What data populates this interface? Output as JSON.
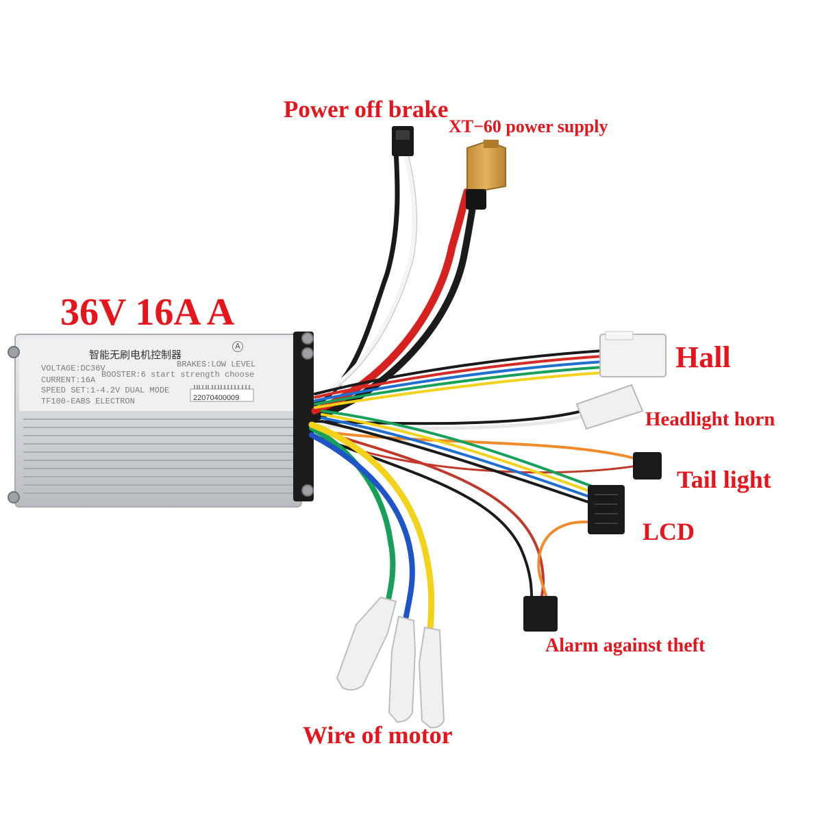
{
  "spec_title": "36V 16A A",
  "labels": {
    "power_off_brake": "Power off brake",
    "xt60": "XT−60 power supply",
    "hall": "Hall",
    "headlight_horn": "Headlight horn",
    "tail_light": "Tail light",
    "lcd": "LCD",
    "alarm": "Alarm against theft",
    "motor_wire": "Wire of motor"
  },
  "nameplate": {
    "title": "智能无刷电机控制器",
    "mark": "A",
    "voltage": "VOLTAGE:DC36V",
    "brakes": "BRAKES:LOW LEVEL",
    "current": "CURRENT:16A",
    "booster": "BOOSTER:6 start strength choose",
    "speed": "SPEED SET:1-4.2V DUAL MODE",
    "model": "TF100-EABS ELECTRON",
    "serial": "22070400009"
  },
  "colors": {
    "label_red": "#e8141b",
    "housing": "#d4d6d8",
    "connector_black": "#1a1a1a",
    "xt60_yellow": "#d9a64a"
  }
}
